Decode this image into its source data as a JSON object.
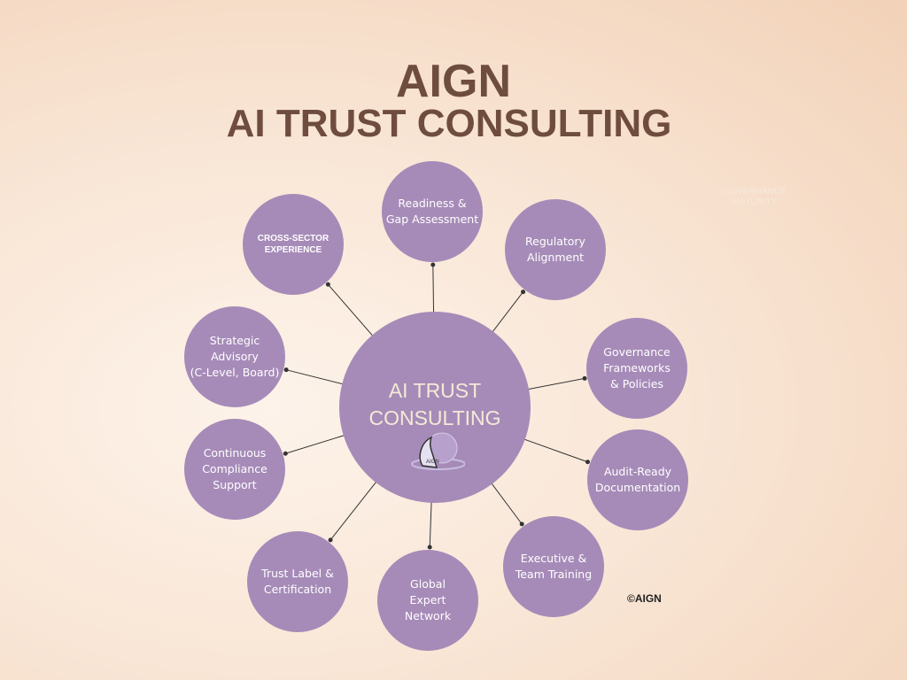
{
  "title": {
    "line1": "AIGN",
    "line2": "AI TRUST CONSULTING"
  },
  "center": {
    "label": "AI TRUST\nCONSULTING",
    "logo_text": "AIGN"
  },
  "nodes": [
    {
      "label": "Readiness &\nGap Assessment"
    },
    {
      "label": "Regulatory\nAlignment"
    },
    {
      "label": "Governance\nFrameworks\n& Policies"
    },
    {
      "label": "Audit-Ready\nDocumentation"
    },
    {
      "label": "Executive &\nTeam Training"
    },
    {
      "label": "Global\nExpert\nNetwork"
    },
    {
      "label": "Trust Label &\nCertification"
    },
    {
      "label": "Continuous\nCompliance\nSupport"
    },
    {
      "label": "Strategic\nAdvisory\n(C-Level, Board)"
    },
    {
      "label": "CROSS-SECTOR\nEXPERIENCE"
    }
  ],
  "watermark": "GOVERNANCE\nMATURITY",
  "copyright": "©AIGN",
  "colors": {
    "node": "#a68bb8",
    "title": "#6e4d3f",
    "center_text": "#f3ead7"
  }
}
